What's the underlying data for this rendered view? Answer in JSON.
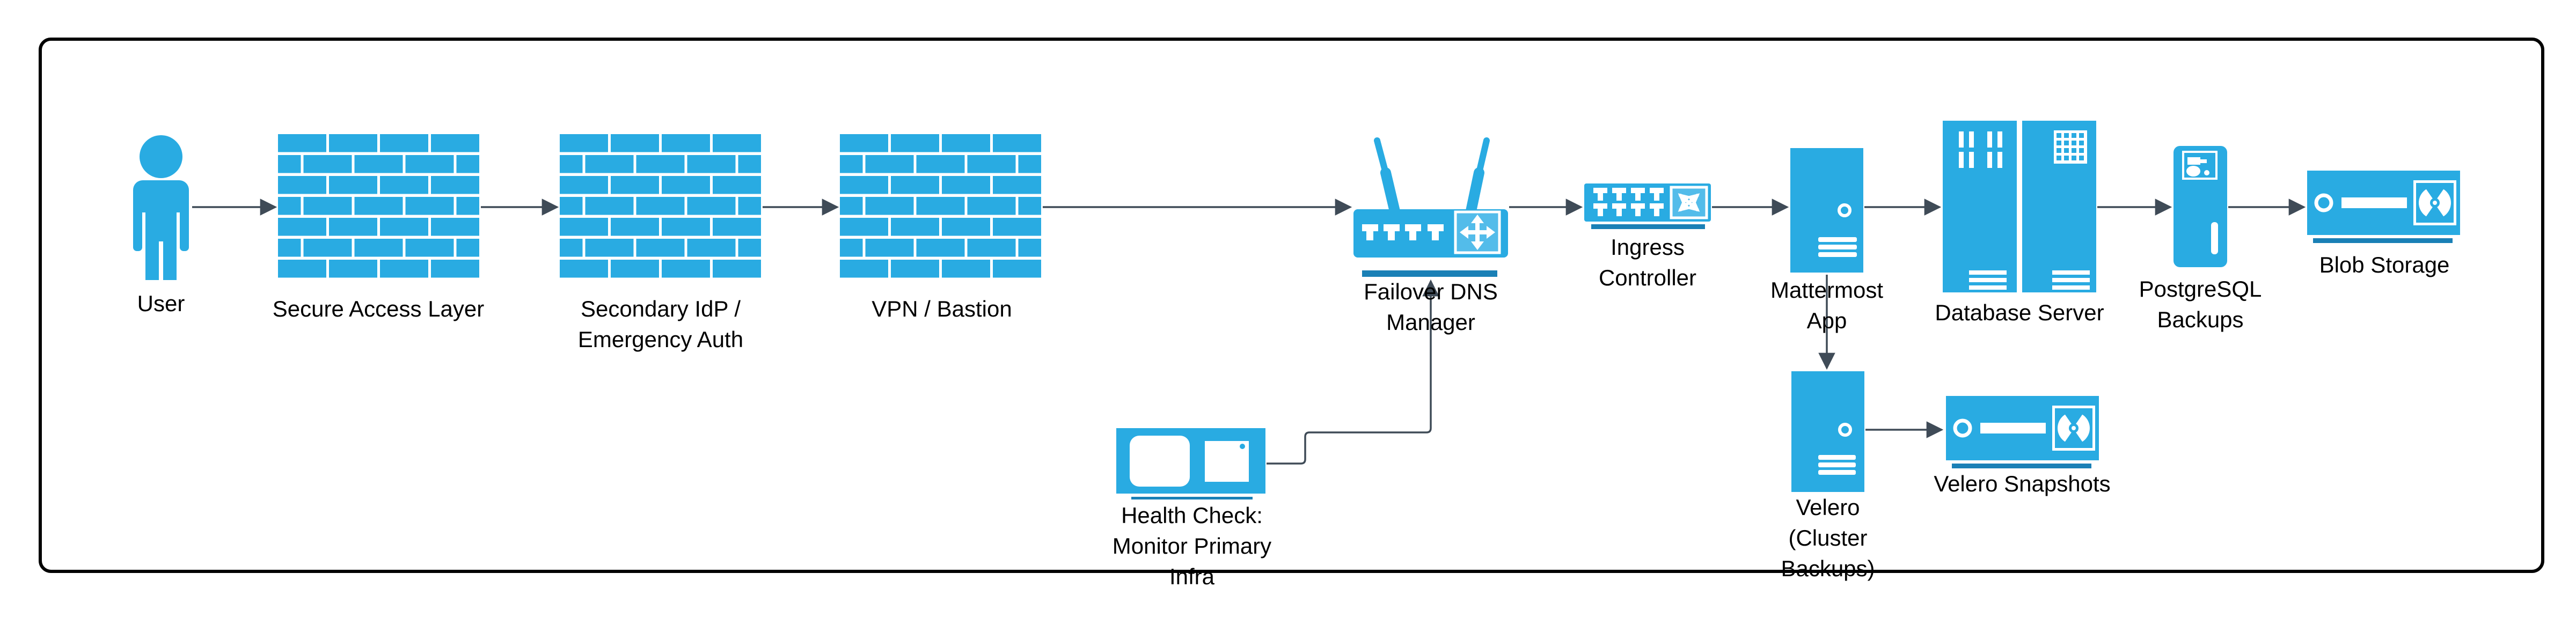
{
  "colors": {
    "primary": "#29ABE2",
    "accent_light": "#53BCEA",
    "underline": "#1A80B6",
    "arrow": "#3F4B57",
    "border": "#000000",
    "background": "#FFFFFF"
  },
  "nodes": {
    "user": {
      "icon": "person-icon",
      "lines": [
        "User"
      ]
    },
    "secure_access": {
      "icon": "firewall-icon",
      "lines": [
        "Secure Access Layer"
      ]
    },
    "secondary_idp": {
      "icon": "firewall-icon",
      "lines": [
        "Secondary IdP /",
        "Emergency Auth"
      ]
    },
    "vpn_bastion": {
      "icon": "firewall-icon",
      "lines": [
        "VPN / Bastion"
      ]
    },
    "failover_dns": {
      "icon": "wireless-router-icon",
      "lines": [
        "Failover DNS",
        "Manager"
      ]
    },
    "ingress": {
      "icon": "switch-icon",
      "lines": [
        "Ingress",
        "Controller"
      ]
    },
    "mattermost": {
      "icon": "server-tower-icon",
      "lines": [
        "Mattermost",
        "App"
      ]
    },
    "database": {
      "icon": "server-rack-icon",
      "lines": [
        "Database Server"
      ]
    },
    "pg_backups": {
      "icon": "backup-tower-icon",
      "lines": [
        "PostgreSQL",
        "Backups"
      ]
    },
    "blob": {
      "icon": "tape-storage-icon",
      "lines": [
        "Blob Storage"
      ]
    },
    "health": {
      "icon": "monitor-icon",
      "lines": [
        "Health Check:",
        "Monitor Primary",
        "Infra"
      ]
    },
    "velero": {
      "icon": "server-tower-icon",
      "lines": [
        "Velero",
        "(Cluster",
        "Backups)"
      ]
    },
    "snapshots": {
      "icon": "tape-storage-icon",
      "lines": [
        "Velero Snapshots"
      ]
    }
  },
  "edges": [
    {
      "from": "user",
      "to": "secure_access",
      "type": "arrow"
    },
    {
      "from": "secure_access",
      "to": "secondary_idp",
      "type": "arrow"
    },
    {
      "from": "secondary_idp",
      "to": "vpn_bastion",
      "type": "arrow"
    },
    {
      "from": "vpn_bastion",
      "to": "failover_dns",
      "type": "arrow"
    },
    {
      "from": "failover_dns",
      "to": "ingress",
      "type": "arrow"
    },
    {
      "from": "ingress",
      "to": "mattermost",
      "type": "arrow"
    },
    {
      "from": "mattermost",
      "to": "database",
      "type": "arrow"
    },
    {
      "from": "database",
      "to": "pg_backups",
      "type": "arrow"
    },
    {
      "from": "pg_backups",
      "to": "blob",
      "type": "arrow"
    },
    {
      "from": "mattermost",
      "to": "velero",
      "type": "arrow"
    },
    {
      "from": "velero",
      "to": "snapshots",
      "type": "arrow"
    },
    {
      "from": "health",
      "to": "failover_dns",
      "type": "orthogonal-arrow"
    }
  ]
}
